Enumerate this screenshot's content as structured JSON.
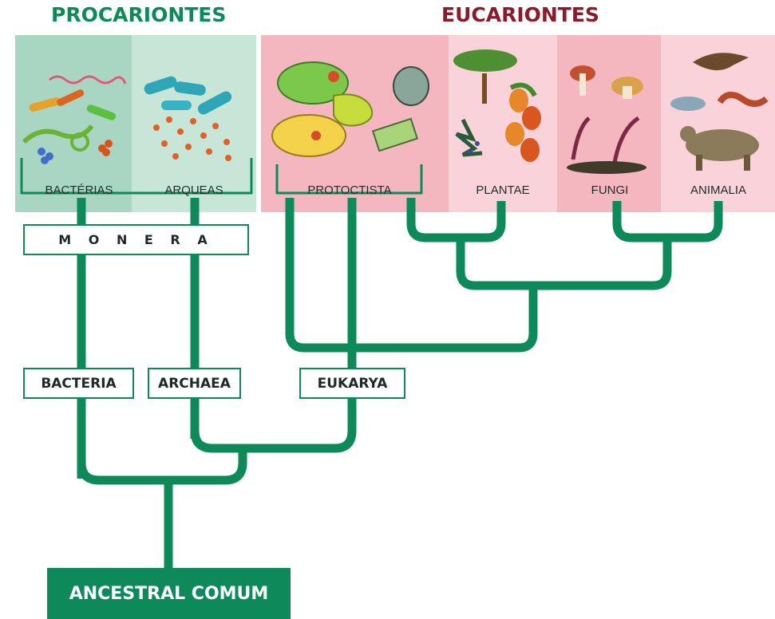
{
  "headings": {
    "prokaryotes": "PROCARIONTES",
    "eukaryotes": "EUCARIONTES"
  },
  "kingdoms": [
    "BACTÉRIAS",
    "ARQUEAS",
    "PROTOCTISTA",
    "PLANTAE",
    "FUNGI",
    "ANIMALIA"
  ],
  "groups": {
    "monera": "M O N E R A"
  },
  "domains": [
    "BACTERIA",
    "ARCHAEA",
    "EUKARYA"
  ],
  "root": "ANCESTRAL COMUM",
  "colors": {
    "tree_green": "#0e8a5a",
    "prokaryote_heading": "#0e8a5a",
    "eukaryote_heading": "#8b1a2b",
    "prokaryote_panel_dark": "#a9d6c3",
    "prokaryote_panel_light": "#c8e6d8",
    "eukaryote_panel_dark": "#f4b6bf",
    "eukaryote_panel_light": "#f9d3d9"
  },
  "icons": [
    "bacteria-illustration",
    "archaea-illustration",
    "protist-illustration",
    "plant-illustration",
    "fungi-illustration",
    "animal-illustration"
  ]
}
